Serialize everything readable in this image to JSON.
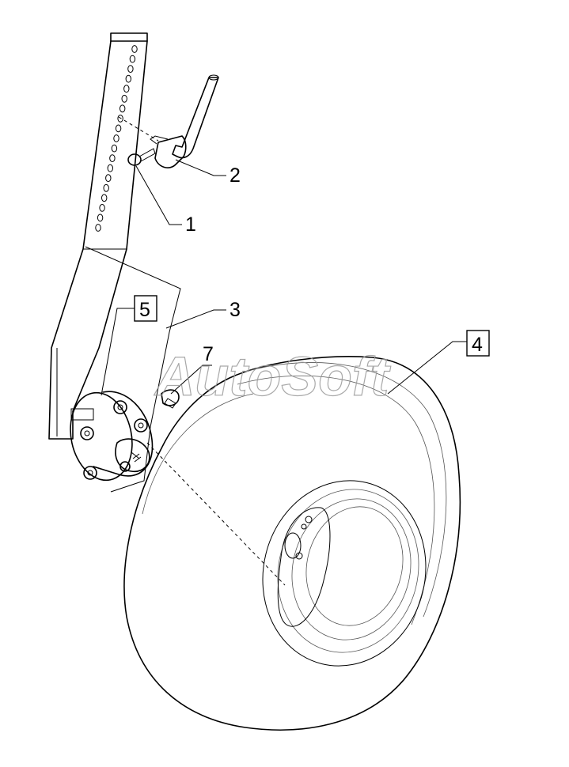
{
  "callouts": {
    "c1": "1",
    "c2": "2",
    "c3": "3",
    "c4": "4",
    "c5": "5",
    "c7": "7"
  },
  "watermark": "AutoSoft"
}
